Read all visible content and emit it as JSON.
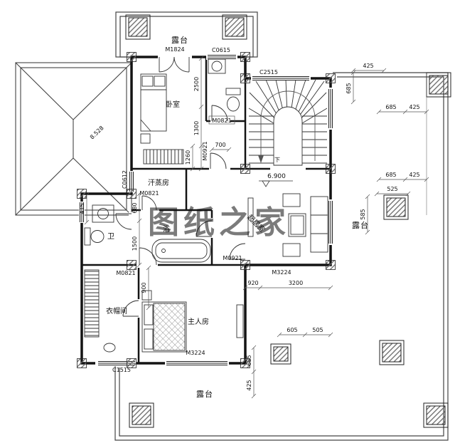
{
  "watermark": {
    "text": "图纸之家",
    "color": "#c8463c"
  },
  "rooms": {
    "terrace_top": "露台",
    "terrace_right": "露台",
    "terrace_bottom": "露台",
    "bedroom": "卧室",
    "sauna": "汗蒸房",
    "wc": "卫",
    "bath": "浴",
    "living": "起居室",
    "master": "主人房",
    "cloak": "衣帽间"
  },
  "openings": {
    "m1824": "M1824",
    "c0615": "C0615",
    "c2515": "C2515",
    "m0821_bath": "M0821",
    "m0921_hall": "M0921",
    "c0612": "C0612",
    "m0821_sauna": "M0821",
    "m0821_master": "M0821",
    "m0921_living": "M0921",
    "m3224_living": "M3224",
    "m3224_master": "M3224",
    "c1515": "C1515"
  },
  "dims": {
    "roof": "8.528",
    "level": "6.900",
    "down": "下",
    "d2500": "2500",
    "d1300": "1300",
    "d1260": "1260",
    "d700": "700",
    "d425_a": "425",
    "d685_a": "685",
    "d685_b": "685",
    "d425_b": "425",
    "d685_c": "685",
    "d425_c": "425",
    "d525": "525",
    "d585": "585",
    "d680": "680",
    "d1500": "1500",
    "d415": "415",
    "d900": "900",
    "d920": "920",
    "d3200": "3200",
    "d605": "605",
    "d505": "505",
    "d685_d": "685",
    "d425_d": "425"
  }
}
